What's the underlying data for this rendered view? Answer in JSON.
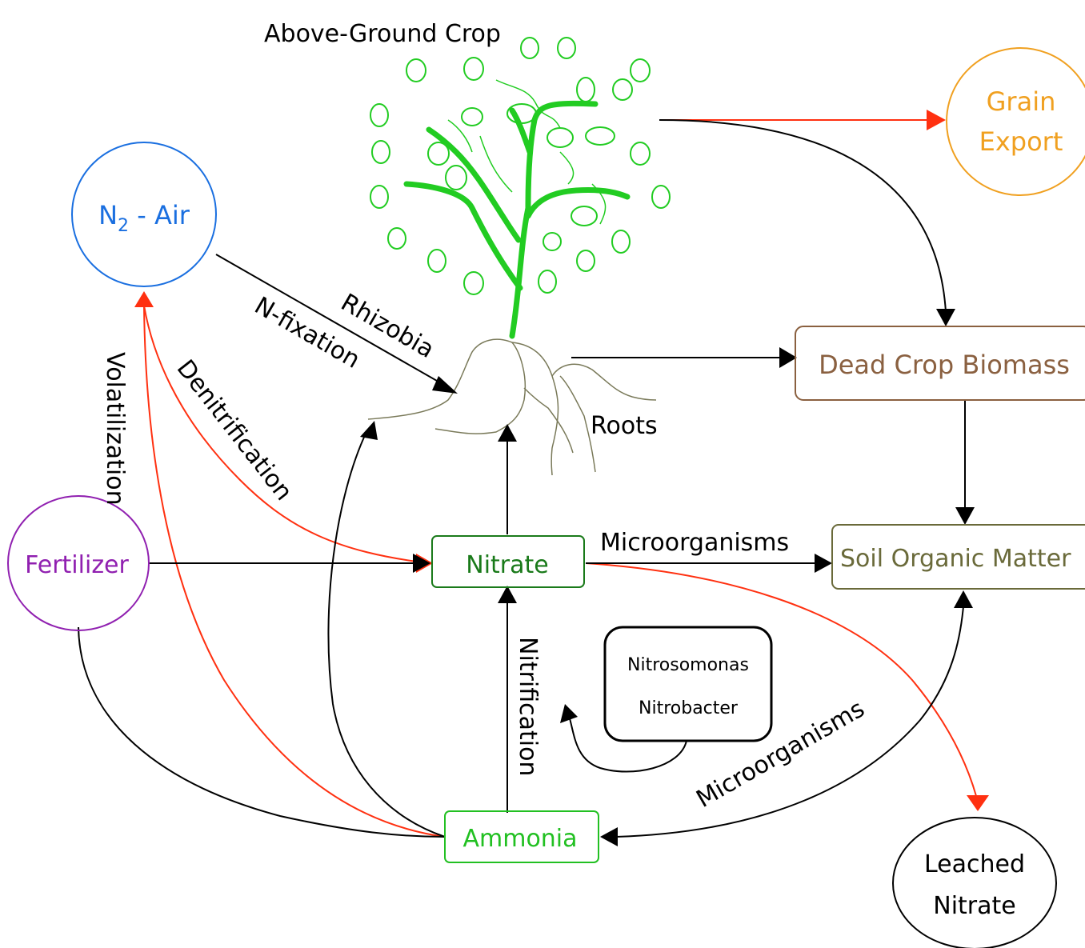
{
  "nodes": {
    "crop": "Above-Ground Crop",
    "air_n": "N",
    "air_sub": "2",
    "air_rest": " - Air",
    "grain_line1": "Grain",
    "grain_line2": "Export",
    "dead": "Dead Crop Biomass",
    "roots": "Roots",
    "som": "Soil Organic Matter",
    "fertilizer": "Fertilizer",
    "nitrate": "Nitrate",
    "ammonia": "Ammonia",
    "leached_line1": "Leached",
    "leached_line2": "Nitrate",
    "bacteria_line1": "Nitrosomonas",
    "bacteria_line2": "Nitrobacter"
  },
  "edge_labels": {
    "rhizobia": "Rhizobia",
    "nfix": "N-fixation",
    "volatilization": "Volatilization",
    "denitrification": "Denitrification",
    "microorganisms_top": "Microorganisms",
    "nitrification": "Nitrification",
    "microorganisms_bottom": "Microorganisms"
  },
  "colors": {
    "air": "#1a6fe0",
    "grain": "#f0a020",
    "dead": "#8a6040",
    "som": "#6a6a3a",
    "fertilizer": "#9020b0",
    "nitrate": "#1a7a1a",
    "ammonia": "#22c022",
    "plant": "#22cc22",
    "root": "#7a7a5a",
    "red_arrow": "#ff3010",
    "black": "#000000"
  }
}
